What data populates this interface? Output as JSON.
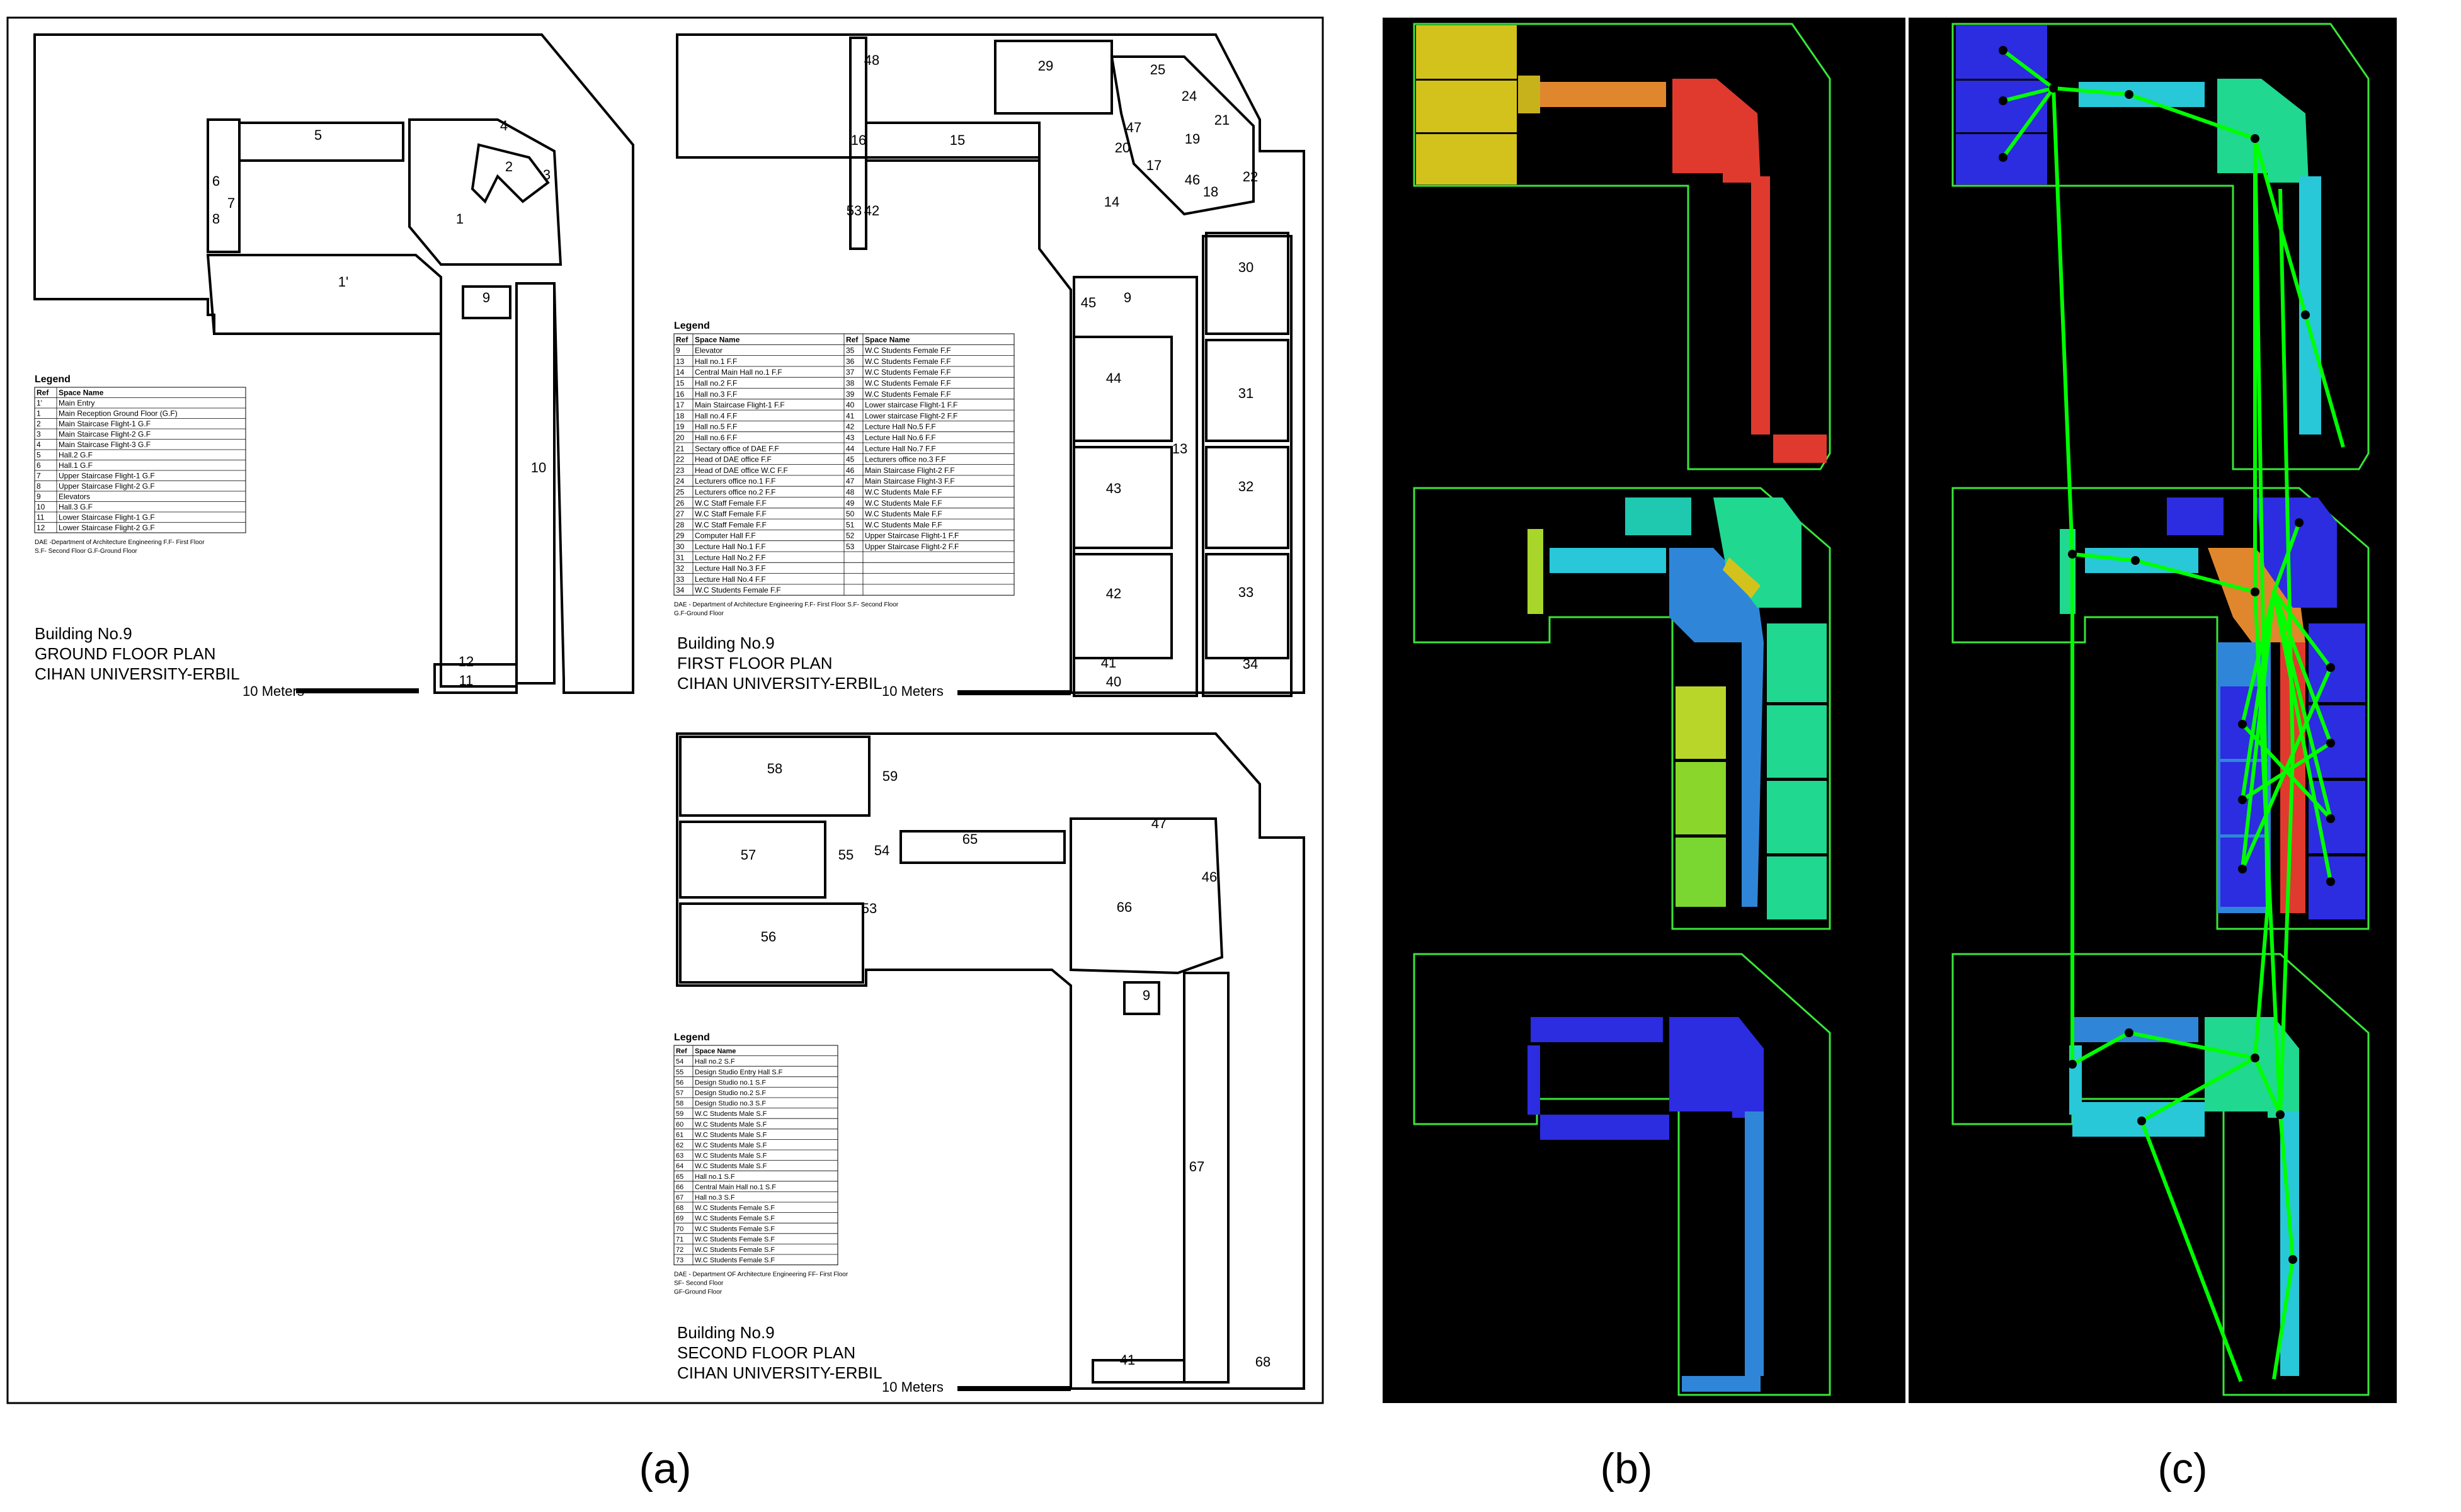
{
  "panel_captions": [
    "(a)",
    "(b)",
    "(c)"
  ],
  "plans": {
    "ground": {
      "title_lines": [
        "Building No.9",
        "GROUND FLOOR PLAN",
        "CIHAN UNIVERSITY-ERBIL"
      ],
      "scale_label": "10 Meters",
      "legend": {
        "title": "Legend",
        "headers": [
          "Ref",
          "Space Name"
        ],
        "rows": [
          [
            "1'",
            "Main Entry"
          ],
          [
            "1",
            "Main Reception Ground Floor (G.F)"
          ],
          [
            "2",
            "Main Staircase Flight-1 G.F"
          ],
          [
            "3",
            "Main Staircase Flight-2 G.F"
          ],
          [
            "4",
            "Main Staircase Flight-3 G.F"
          ],
          [
            "5",
            "Hall.2 G.F"
          ],
          [
            "6",
            "Hall.1 G.F"
          ],
          [
            "7",
            "Upper Staircase Flight-1 G.F"
          ],
          [
            "8",
            "Upper Staircase Flight-2 G.F"
          ],
          [
            "9",
            "Elevators"
          ],
          [
            "10",
            "Hall.3 G.F"
          ],
          [
            "11",
            "Lower Staircase Flight-1 G.F"
          ],
          [
            "12",
            "Lower Staircase Flight-2 G.F"
          ]
        ],
        "notes": [
          "DAE -Department of Architecture Engineering   F.F- First Floor",
          "S.F- Second Floor     G.F-Ground Floor"
        ]
      },
      "room_labels": [
        "5",
        "4",
        "2",
        "3",
        "1",
        "6",
        "7",
        "8",
        "1'",
        "9",
        "10",
        "12",
        "11"
      ]
    },
    "first": {
      "title_lines": [
        "Building No.9",
        "FIRST FLOOR PLAN",
        "CIHAN UNIVERSITY-ERBIL"
      ],
      "scale_label": "10 Meters",
      "legend": {
        "title": "Legend",
        "headers": [
          "Ref",
          "Space Name",
          "Ref",
          "Space Name"
        ],
        "rows": [
          [
            "9",
            "Elevator",
            "35",
            "W.C Students Female  F.F"
          ],
          [
            "13",
            "Hall no.1 F.F",
            "36",
            "W.C Students Female  F.F"
          ],
          [
            "14",
            "Central Main Hall no.1 F.F",
            "37",
            "W.C Students Female  F.F"
          ],
          [
            "15",
            "Hall no.2  F.F",
            "38",
            "W.C Students Female  F.F"
          ],
          [
            "16",
            "Hall no.3  F.F",
            "39",
            "W.C Students Female  F.F"
          ],
          [
            "17",
            "Main Staircase Flight-1 F.F",
            "40",
            "Lower staircase Flight-1  F.F"
          ],
          [
            "18",
            "Hall no.4  F.F",
            "41",
            "Lower staircase Flight-2  F.F"
          ],
          [
            "19",
            "Hall no.5  F.F",
            "42",
            "Lecture Hall No.5  F.F"
          ],
          [
            "20",
            "Hall no.6  F.F",
            "43",
            "Lecture Hall No.6  F.F"
          ],
          [
            "21",
            "Sectary office of DAE  F.F",
            "44",
            "Lecture Hall No.7  F.F"
          ],
          [
            "22",
            "Head of DAE office  F.F",
            "45",
            "Lecturers office no.3  F.F"
          ],
          [
            "23",
            "Head of DAE office W.C  F.F",
            "46",
            "Main Staircase Flight-2 F.F"
          ],
          [
            "24",
            "Lecturers office no.1  F.F",
            "47",
            "Main Staircase Flight-3 F.F"
          ],
          [
            "25",
            "Lecturers office no.2  F.F",
            "48",
            "W.C Students Male  F.F"
          ],
          [
            "26",
            "W.C  Staff Female  F.F",
            "49",
            "W.C Students Male  F.F"
          ],
          [
            "27",
            "W.C  Staff Female  F.F",
            "50",
            "W.C Students Male  F.F"
          ],
          [
            "28",
            "W.C  Staff Female  F.F",
            "51",
            "W.C Students Male  F.F"
          ],
          [
            "29",
            "Computer Hall  F.F",
            "52",
            "Upper Staircase Flight-1 F.F"
          ],
          [
            "30",
            "Lecture Hall No.1  F.F",
            "53",
            "Upper Staircase Flight-2 F.F"
          ],
          [
            "31",
            "Lecture Hall No.2  F.F",
            "",
            ""
          ],
          [
            "32",
            "Lecture Hall No.3  F.F",
            "",
            ""
          ],
          [
            "33",
            "Lecture Hall No.4  F.F",
            "",
            ""
          ],
          [
            "34",
            "W.C Students Female  F.F",
            "",
            ""
          ]
        ],
        "notes": [
          "DAE - Department of Architecture Engineering        F.F- First Floor   S.F- Second Floor",
          "G.F-Ground Floor"
        ]
      },
      "room_labels": [
        "29",
        "25",
        "24",
        "21",
        "20",
        "47",
        "19",
        "17",
        "46",
        "18",
        "22",
        "16",
        "15",
        "14",
        "53",
        "42",
        "48",
        "30",
        "45",
        "9",
        "44",
        "31",
        "13",
        "43",
        "32",
        "42",
        "33",
        "41",
        "40",
        "34"
      ]
    },
    "second": {
      "title_lines": [
        "Building No.9",
        "SECOND  FLOOR PLAN",
        "CIHAN UNIVERSITY-ERBIL"
      ],
      "scale_label": "10 Meters",
      "legend": {
        "title": "Legend",
        "headers": [
          "Ref",
          "Space Name"
        ],
        "rows": [
          [
            "54",
            "Hall no.2  S.F"
          ],
          [
            "55",
            "Design Studio Entry Hall  S.F"
          ],
          [
            "56",
            "Design Studio no.1  S.F"
          ],
          [
            "57",
            "Design Studio no.2  S.F"
          ],
          [
            "58",
            "Design Studio no.3  S.F"
          ],
          [
            "59",
            "W.C Students Male  S.F"
          ],
          [
            "60",
            "W.C Students Male  S.F"
          ],
          [
            "61",
            "W.C Students Male  S.F"
          ],
          [
            "62",
            "W.C Students Male  S.F"
          ],
          [
            "63",
            "W.C Students Male  S.F"
          ],
          [
            "64",
            "W.C Students Male  S.F"
          ],
          [
            "65",
            "Hall no.1  S.F"
          ],
          [
            "66",
            "Central Main Hall no.1 S.F"
          ],
          [
            "67",
            "Hall no.3  S.F"
          ],
          [
            "68",
            "W.C Students Female  S.F"
          ],
          [
            "69",
            "W.C Students Female  S.F"
          ],
          [
            "70",
            "W.C Students Female  S.F"
          ],
          [
            "71",
            "W.C Students Female  S.F"
          ],
          [
            "72",
            "W.C Students Female  S.F"
          ],
          [
            "73",
            "W.C Students Female  S.F"
          ]
        ],
        "notes": [
          "DAE - Department OF Architecture Engineering        FF- First Floor",
          "SF- Second Floor",
          "GF-Ground Floor"
        ]
      },
      "room_labels": [
        "58",
        "59",
        "57",
        "55",
        "54",
        "65",
        "47",
        "46",
        "66",
        "53",
        "56",
        "9",
        "67",
        "41",
        "68"
      ]
    }
  },
  "colors": {
    "wall": "#000000",
    "outline_green": "#39e639",
    "graph_green": "#00ff00",
    "yellow": "#d4c21c",
    "orange": "#e0872e",
    "red": "#e03a2e",
    "cyan": "#28c8d8",
    "steel_blue": "#2f86d8",
    "teal_green": "#20d890",
    "lime": "#a8d62a",
    "blue": "#2c2ce0",
    "turquoise": "#1fc9b0"
  }
}
